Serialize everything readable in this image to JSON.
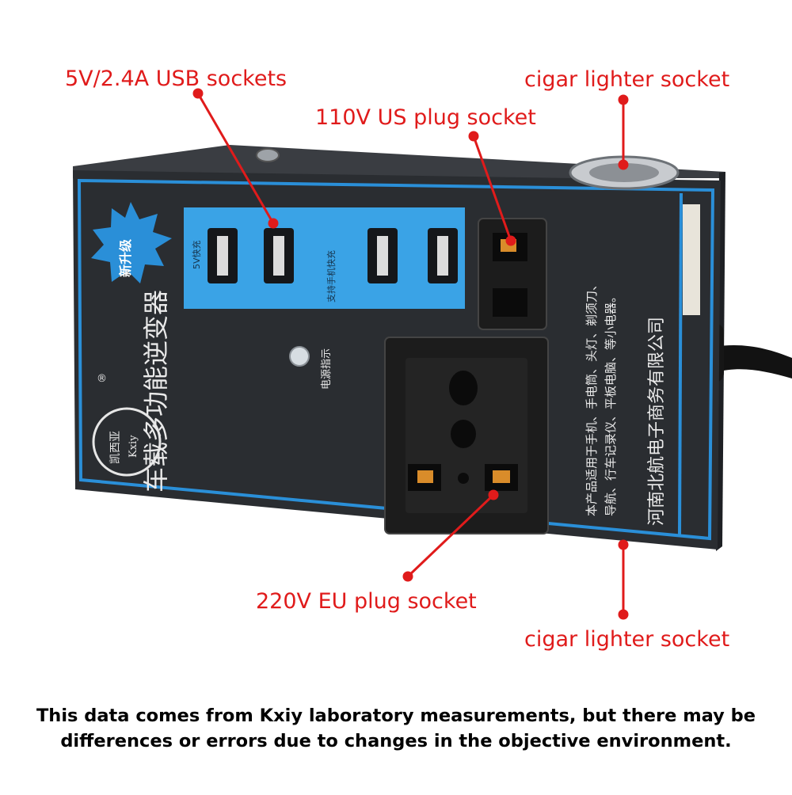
{
  "callouts": {
    "usb": "5V/2.4A USB sockets",
    "us_plug": "110V US plug socket",
    "cigar_top": "cigar lighter socket",
    "eu_plug": "220V EU plug socket",
    "cigar_bottom": "cigar lighter socket"
  },
  "device": {
    "title": "车载多功能逆变器",
    "badge": "新升级",
    "brand_cn": "凯西亚",
    "brand_en": "Kxiy",
    "registered_mark": "®",
    "usb_label_1": "5V快充",
    "usb_label_2": "支持手机快充",
    "power_indicator": "电源指示",
    "desc_line_1": "本产品适用于手机、手电筒、头灯、剃须刀、",
    "desc_line_2": "导航、行车记录仪、平板电脑、等小电器。",
    "company": "河南北航电子商务有限公司"
  },
  "note": {
    "line1": "This data comes from Kxiy laboratory measurements, but there may be",
    "line2": "differences or errors due to changes in the objective environment."
  },
  "colors": {
    "callout": "#e01b1b",
    "device_body": "#2a2d31",
    "accent_blue": "#2a8fd8",
    "socket": "#1c1c1c"
  }
}
